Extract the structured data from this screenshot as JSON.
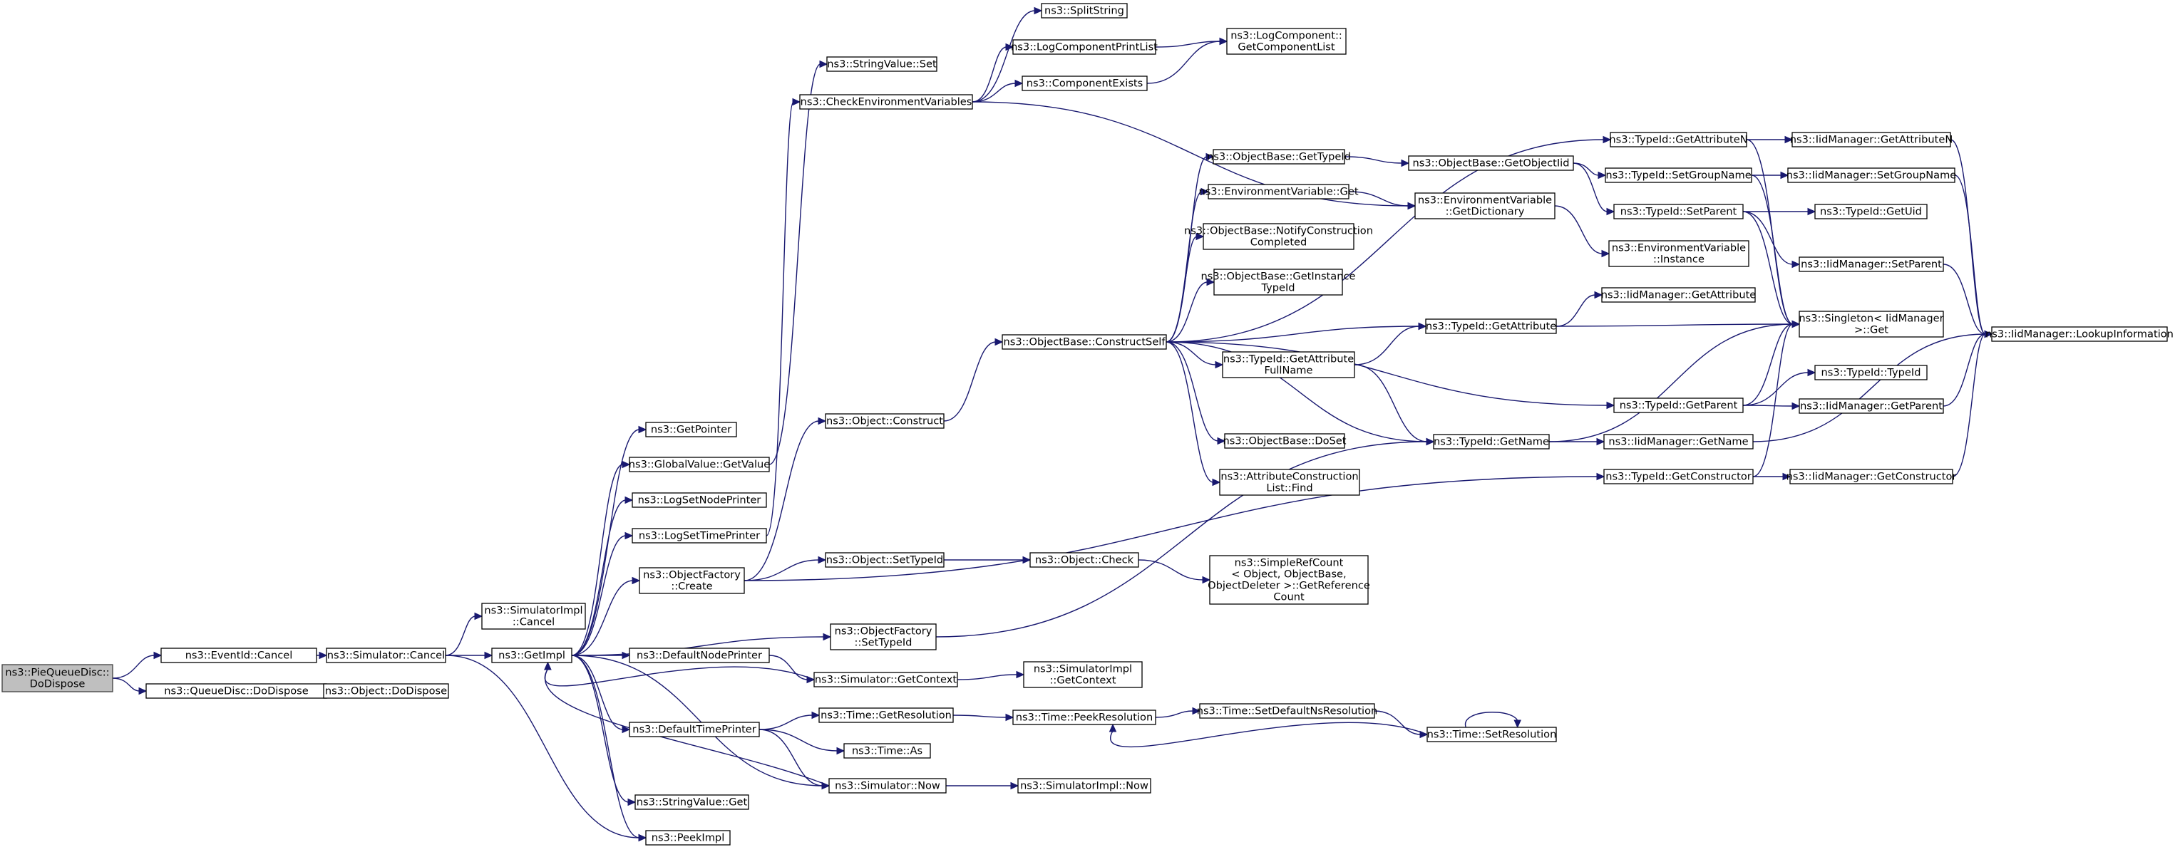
{
  "graph": {
    "root": "pq",
    "nodes": [
      {
        "id": "pq",
        "lines": [
          "ns3::PieQueueDisc::",
          "DoDispose"
        ],
        "root": true
      },
      {
        "id": "evcancel",
        "lines": [
          "ns3::EventId::Cancel"
        ]
      },
      {
        "id": "qddisp",
        "lines": [
          "ns3::QueueDisc::DoDispose"
        ]
      },
      {
        "id": "simcancel",
        "lines": [
          "ns3::Simulator::Cancel"
        ]
      },
      {
        "id": "objdisp",
        "lines": [
          "ns3::Object::DoDispose"
        ]
      },
      {
        "id": "simimplcancel",
        "lines": [
          "ns3::SimulatorImpl",
          "::Cancel"
        ]
      },
      {
        "id": "getimpl",
        "lines": [
          "ns3::GetImpl"
        ]
      },
      {
        "id": "peekimpl",
        "lines": [
          "ns3::PeekImpl"
        ]
      },
      {
        "id": "getpointer",
        "lines": [
          "ns3::GetPointer"
        ]
      },
      {
        "id": "gvgetvalue",
        "lines": [
          "ns3::GlobalValue::GetValue"
        ]
      },
      {
        "id": "logsetnode",
        "lines": [
          "ns3::LogSetNodePrinter"
        ]
      },
      {
        "id": "logsettime",
        "lines": [
          "ns3::LogSetTimePrinter"
        ]
      },
      {
        "id": "ofcreate",
        "lines": [
          "ns3::ObjectFactory",
          "::Create"
        ]
      },
      {
        "id": "defnode",
        "lines": [
          "ns3::DefaultNodePrinter"
        ]
      },
      {
        "id": "deftime",
        "lines": [
          "ns3::DefaultTimePrinter"
        ]
      },
      {
        "id": "svget",
        "lines": [
          "ns3::StringValue::Get"
        ]
      },
      {
        "id": "svset",
        "lines": [
          "ns3::StringValue::Set"
        ]
      },
      {
        "id": "checkenv",
        "lines": [
          "ns3::CheckEnvironmentVariables"
        ]
      },
      {
        "id": "objconstruct",
        "lines": [
          "ns3::Object::Construct"
        ]
      },
      {
        "id": "objsettypeid",
        "lines": [
          "ns3::Object::SetTypeId"
        ]
      },
      {
        "id": "ofsettypeid",
        "lines": [
          "ns3::ObjectFactory",
          "::SetTypeId"
        ]
      },
      {
        "id": "simgetctx",
        "lines": [
          "ns3::Simulator::GetContext"
        ]
      },
      {
        "id": "timegetres",
        "lines": [
          "ns3::Time::GetResolution"
        ]
      },
      {
        "id": "timeas",
        "lines": [
          "ns3::Time::As"
        ]
      },
      {
        "id": "simnow",
        "lines": [
          "ns3::Simulator::Now"
        ]
      },
      {
        "id": "splitstring",
        "lines": [
          "ns3::SplitString"
        ]
      },
      {
        "id": "logcompprint",
        "lines": [
          "ns3::LogComponentPrintList"
        ]
      },
      {
        "id": "compexists",
        "lines": [
          "ns3::ComponentExists"
        ]
      },
      {
        "id": "objbcs",
        "lines": [
          "ns3::ObjectBase::ConstructSelf"
        ]
      },
      {
        "id": "objcheck",
        "lines": [
          "ns3::Object::Check"
        ]
      },
      {
        "id": "simimplctx",
        "lines": [
          "ns3::SimulatorImpl",
          "::GetContext"
        ]
      },
      {
        "id": "timepeek",
        "lines": [
          "ns3::Time::PeekResolution"
        ]
      },
      {
        "id": "simimplnow",
        "lines": [
          "ns3::SimulatorImpl::Now"
        ]
      },
      {
        "id": "logcompgetlist",
        "lines": [
          "ns3::LogComponent::",
          "GetComponentList"
        ]
      },
      {
        "id": "obgettypeid",
        "lines": [
          "ns3::ObjectBase::GetTypeId"
        ]
      },
      {
        "id": "envget",
        "lines": [
          "ns3::EnvironmentVariable::Get"
        ]
      },
      {
        "id": "obnotify",
        "lines": [
          "ns3::ObjectBase::NotifyConstruction",
          "Completed"
        ]
      },
      {
        "id": "obgetinst",
        "lines": [
          "ns3::ObjectBase::GetInstance",
          "TypeId"
        ]
      },
      {
        "id": "tidgetattrfull",
        "lines": [
          "ns3::TypeId::GetAttribute",
          "FullName"
        ]
      },
      {
        "id": "obdoset",
        "lines": [
          "ns3::ObjectBase::DoSet"
        ]
      },
      {
        "id": "acfind",
        "lines": [
          "ns3::AttributeConstruction",
          "List::Find"
        ]
      },
      {
        "id": "srcount",
        "lines": [
          "ns3::SimpleRefCount",
          "< Object, ObjectBase,",
          " ObjectDeleter >::GetReference",
          "Count"
        ]
      },
      {
        "id": "timesetdefns",
        "lines": [
          "ns3::Time::SetDefaultNsResolution"
        ]
      },
      {
        "id": "obgetobjiid",
        "lines": [
          "ns3::ObjectBase::GetObjectIid"
        ]
      },
      {
        "id": "envgetdict",
        "lines": [
          "ns3::EnvironmentVariable",
          "::GetDictionary"
        ]
      },
      {
        "id": "tidgetattr",
        "lines": [
          "ns3::TypeId::GetAttribute"
        ]
      },
      {
        "id": "tidgetname",
        "lines": [
          "ns3::TypeId::GetName"
        ]
      },
      {
        "id": "timesetres",
        "lines": [
          "ns3::Time::SetResolution"
        ]
      },
      {
        "id": "tidgetattrn",
        "lines": [
          "ns3::TypeId::GetAttributeN"
        ]
      },
      {
        "id": "tidsetgroup",
        "lines": [
          "ns3::TypeId::SetGroupName"
        ]
      },
      {
        "id": "tidsetparent",
        "lines": [
          "ns3::TypeId::SetParent"
        ]
      },
      {
        "id": "envinstance",
        "lines": [
          "ns3::EnvironmentVariable",
          "::Instance"
        ]
      },
      {
        "id": "iidgetattr",
        "lines": [
          "ns3::IidManager::GetAttribute"
        ]
      },
      {
        "id": "tidgetparent",
        "lines": [
          "ns3::TypeId::GetParent"
        ]
      },
      {
        "id": "iidgetname",
        "lines": [
          "ns3::IidManager::GetName"
        ]
      },
      {
        "id": "tidgetctor",
        "lines": [
          "ns3::TypeId::GetConstructor"
        ]
      },
      {
        "id": "iidgetattrn",
        "lines": [
          "ns3::IidManager::GetAttributeN"
        ]
      },
      {
        "id": "iidsetgroup",
        "lines": [
          "ns3::IidManager::SetGroupName"
        ]
      },
      {
        "id": "tidgetuid",
        "lines": [
          "ns3::TypeId::GetUid"
        ]
      },
      {
        "id": "iidsetparent",
        "lines": [
          "ns3::IidManager::SetParent"
        ]
      },
      {
        "id": "singleton",
        "lines": [
          "ns3::Singleton< IidManager",
          " >::Get"
        ]
      },
      {
        "id": "tidtypeid",
        "lines": [
          "ns3::TypeId::TypeId"
        ]
      },
      {
        "id": "iidgetparent",
        "lines": [
          "ns3::IidManager::GetParent"
        ]
      },
      {
        "id": "iidgetctor",
        "lines": [
          "ns3::IidManager::GetConstructor"
        ]
      },
      {
        "id": "iidlookup",
        "lines": [
          "ns3::IidManager::LookupInformation"
        ]
      }
    ],
    "edges": [
      [
        "pq",
        "evcancel"
      ],
      [
        "pq",
        "qddisp"
      ],
      [
        "evcancel",
        "simcancel"
      ],
      [
        "qddisp",
        "objdisp"
      ],
      [
        "simcancel",
        "simimplcancel"
      ],
      [
        "simcancel",
        "getimpl"
      ],
      [
        "simcancel",
        "peekimpl"
      ],
      [
        "getimpl",
        "getpointer"
      ],
      [
        "getimpl",
        "gvgetvalue"
      ],
      [
        "getimpl",
        "logsetnode"
      ],
      [
        "getimpl",
        "logsettime"
      ],
      [
        "getimpl",
        "ofcreate"
      ],
      [
        "getimpl",
        "ofsettypeid"
      ],
      [
        "getimpl",
        "defnode"
      ],
      [
        "getimpl",
        "deftime"
      ],
      [
        "getimpl",
        "simnow"
      ],
      [
        "getimpl",
        "svget"
      ],
      [
        "getimpl",
        "peekimpl"
      ],
      [
        "gvgetvalue",
        "svset"
      ],
      [
        "logsettime",
        "checkenv"
      ],
      [
        "ofcreate",
        "objconstruct"
      ],
      [
        "ofcreate",
        "objsettypeid"
      ],
      [
        "ofcreate",
        "tidgetctor"
      ],
      [
        "ofsettypeid",
        "tidgetname"
      ],
      [
        "defnode",
        "simgetctx"
      ],
      [
        "simgetctx",
        "getimpl"
      ],
      [
        "simgetctx",
        "simimplctx"
      ],
      [
        "deftime",
        "timegetres"
      ],
      [
        "deftime",
        "timeas"
      ],
      [
        "deftime",
        "simnow"
      ],
      [
        "simnow",
        "getimpl"
      ],
      [
        "simnow",
        "simimplnow"
      ],
      [
        "timegetres",
        "timepeek"
      ],
      [
        "timepeek",
        "timesetdefns"
      ],
      [
        "timesetdefns",
        "timesetres"
      ],
      [
        "timesetres",
        "timesetres"
      ],
      [
        "timesetres",
        "timepeek"
      ],
      [
        "checkenv",
        "splitstring"
      ],
      [
        "checkenv",
        "logcompprint"
      ],
      [
        "checkenv",
        "compexists"
      ],
      [
        "checkenv",
        "envgetdict"
      ],
      [
        "logcompprint",
        "logcompgetlist"
      ],
      [
        "compexists",
        "logcompgetlist"
      ],
      [
        "objconstruct",
        "objbcs"
      ],
      [
        "objsettypeid",
        "objcheck"
      ],
      [
        "objcheck",
        "srcount"
      ],
      [
        "objbcs",
        "obgettypeid"
      ],
      [
        "objbcs",
        "envget"
      ],
      [
        "objbcs",
        "obnotify"
      ],
      [
        "objbcs",
        "obgetinst"
      ],
      [
        "objbcs",
        "tidgetattrfull"
      ],
      [
        "objbcs",
        "obdoset"
      ],
      [
        "objbcs",
        "acfind"
      ],
      [
        "objbcs",
        "tidgetattrn"
      ],
      [
        "objbcs",
        "tidgetattr"
      ],
      [
        "objbcs",
        "tidgetparent"
      ],
      [
        "objbcs",
        "tidgetname"
      ],
      [
        "obgettypeid",
        "obgetobjiid"
      ],
      [
        "envget",
        "envgetdict"
      ],
      [
        "obgetobjiid",
        "tidsetgroup"
      ],
      [
        "obgetobjiid",
        "tidsetparent"
      ],
      [
        "envgetdict",
        "envinstance"
      ],
      [
        "tidgetattrfull",
        "tidgetattr"
      ],
      [
        "tidgetattrfull",
        "tidgetname"
      ],
      [
        "tidgetattr",
        "iidgetattr"
      ],
      [
        "tidgetattr",
        "singleton"
      ],
      [
        "tidgetname",
        "singleton"
      ],
      [
        "tidgetname",
        "iidgetname"
      ],
      [
        "tidgetattrn",
        "iidgetattrn"
      ],
      [
        "tidgetattrn",
        "singleton"
      ],
      [
        "tidsetgroup",
        "iidsetgroup"
      ],
      [
        "tidsetgroup",
        "singleton"
      ],
      [
        "tidsetparent",
        "tidgetuid"
      ],
      [
        "tidsetparent",
        "iidsetparent"
      ],
      [
        "tidsetparent",
        "singleton"
      ],
      [
        "tidgetparent",
        "singleton"
      ],
      [
        "tidgetparent",
        "tidtypeid"
      ],
      [
        "tidgetparent",
        "iidgetparent"
      ],
      [
        "tidgetctor",
        "singleton"
      ],
      [
        "tidgetctor",
        "iidgetctor"
      ],
      [
        "iidgetattrn",
        "iidlookup"
      ],
      [
        "iidsetgroup",
        "iidlookup"
      ],
      [
        "iidsetparent",
        "iidlookup"
      ],
      [
        "iidgetparent",
        "iidlookup"
      ],
      [
        "iidgetname",
        "iidlookup"
      ],
      [
        "iidgetctor",
        "iidlookup"
      ]
    ]
  }
}
